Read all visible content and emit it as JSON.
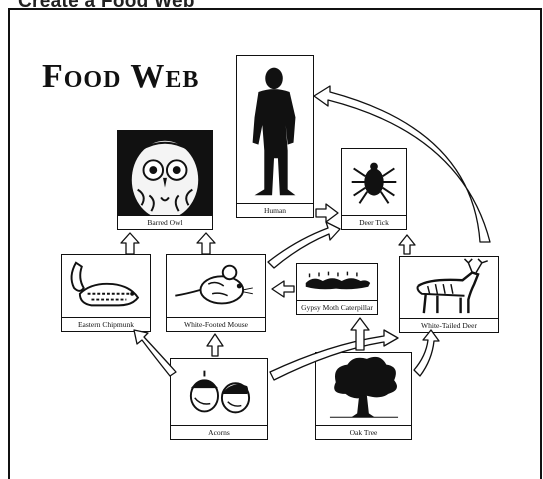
{
  "header": {
    "text": "Create a Food Web"
  },
  "title": "Food Web",
  "cards": {
    "human": "Human",
    "barred_owl": "Barred Owl",
    "deer_tick": "Deer Tick",
    "eastern_chipmunk": "Eastern Chipmunk",
    "white_footed_mouse": "White-Footed Mouse",
    "gypsy_moth_caterpillar": "Gypsy Moth Caterpillar",
    "white_tailed_deer": "White-Tailed Deer",
    "acorns": "Acorns",
    "oak_tree": "Oak Tree"
  },
  "icons": {
    "human": "human-silhouette-icon",
    "barred_owl": "owl-icon",
    "deer_tick": "tick-icon",
    "eastern_chipmunk": "chipmunk-icon",
    "white_footed_mouse": "mouse-icon",
    "gypsy_moth_caterpillar": "caterpillar-icon",
    "white_tailed_deer": "deer-icon",
    "acorns": "acorn-icon",
    "oak_tree": "tree-icon"
  },
  "colors": {
    "ink": "#111111",
    "paper": "#ffffff"
  }
}
